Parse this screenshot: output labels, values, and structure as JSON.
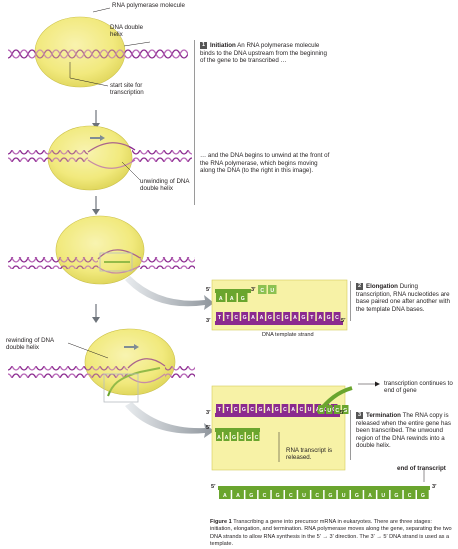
{
  "labels": {
    "rna_polymerase": "RNA polymerase molecule",
    "dna_double_helix": "DNA double helix",
    "start_site": "start site for transcription",
    "unwinding": "unwinding of DNA double helix",
    "rewinding": "rewinding of DNA double helix",
    "dna_template_strand": "DNA template strand",
    "rna_transcript_released": "RNA transcript is released.",
    "transcription_continues": "transcription continues to end of gene",
    "end_of_transcript": "end of transcript"
  },
  "stages": [
    {
      "number": "1",
      "title": "Initiation",
      "text": "An RNA polymerase molecule binds to the DNA upstream from the beginning of the gene to be transcribed …"
    },
    {
      "number": "",
      "title": "",
      "text": "… and the DNA begins to unwind at the front of the RNA polymerase, which begins moving along the DNA (to the right in this image)."
    },
    {
      "number": "2",
      "title": "Elongation",
      "text": "During transcription, RNA nucleotides are base paired one after another with the template DNA bases."
    },
    {
      "number": "3",
      "title": "Termination",
      "text": "The RNA copy is released when the entire gene has been transcribed. The unwound region of the DNA rewinds into a double helix."
    }
  ],
  "strand_ends": {
    "elong_top_left": "5′",
    "elong_top_mid": "3′",
    "elong_bottom_left": "3′",
    "elong_bottom_right": "5′",
    "term_top_left": "3′",
    "term_mid_left": "5′",
    "term_bottom_right": "5′",
    "final_left": "5′",
    "final_right": "3′"
  },
  "elongation_bases": {
    "rna": [
      "A",
      "A",
      "G"
    ],
    "incoming": [
      "C",
      "U"
    ],
    "template": [
      "T",
      "T",
      "C",
      "G",
      "A",
      "A",
      "G",
      "C",
      "G",
      "A",
      "G",
      "T",
      "A",
      "G",
      "C"
    ]
  },
  "termination_bases": {
    "template_top": [
      "T",
      "T",
      "C",
      "G",
      "C",
      "G",
      "A",
      "G",
      "C",
      "A",
      "C",
      "U",
      "A",
      "G",
      "C"
    ],
    "rna_bottom": [
      "A",
      "A",
      "G",
      "C",
      "G",
      "C"
    ],
    "rna_tail": [
      "G",
      "U",
      "C",
      "G"
    ]
  },
  "final_transcript": [
    "A",
    "A",
    "G",
    "C",
    "G",
    "C",
    "U",
    "C",
    "G",
    "U",
    "G",
    "A",
    "U",
    "G",
    "C",
    "G"
  ],
  "caption": {
    "figure": "Figure 1",
    "text": "Transcribing a gene into precursor mRNA in eukaryotes. There are three stages: initiation, elongation, and termination. RNA polymerase moves along the gene, separating the two DNA strands to allow RNA synthesis in the 5′ → 3′ direction. The 3′ → 5′ DNA strand is used as a template."
  },
  "colors": {
    "polymerase": "#f3ec86",
    "dna": "#8b2a8f",
    "rna": "#6aa52e",
    "arrow_gray": "#9ea3a8"
  }
}
